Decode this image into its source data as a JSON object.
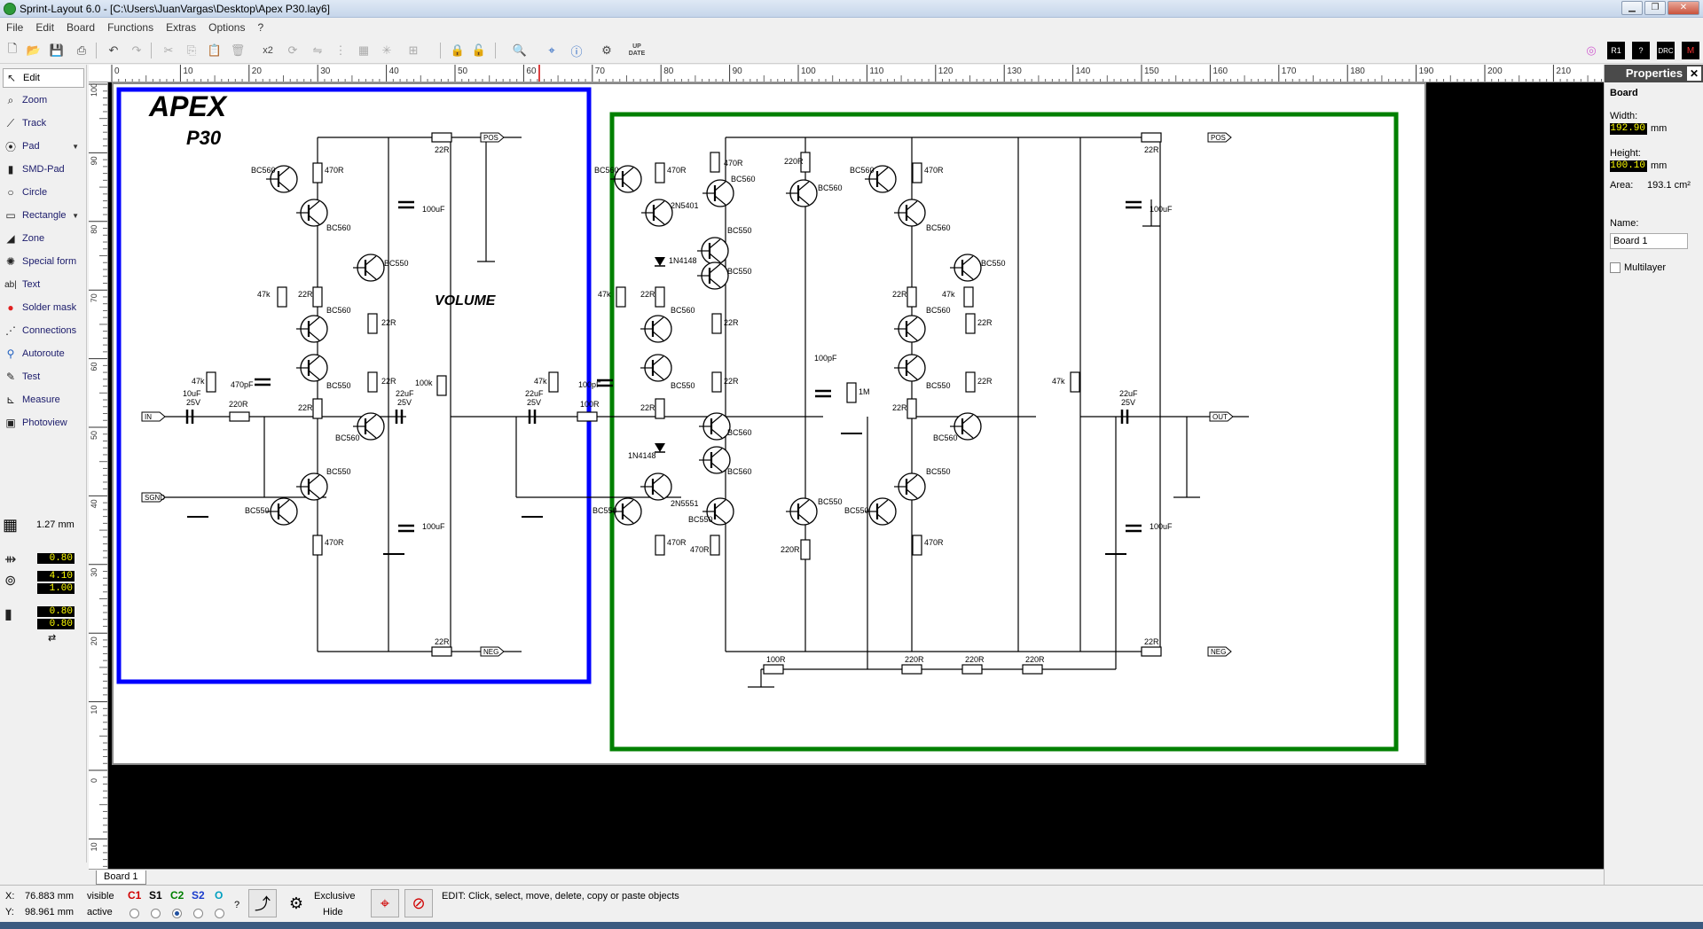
{
  "window": {
    "title": "Sprint-Layout 6.0 - [C:\\Users\\JuanVargas\\Desktop\\Apex P30.lay6]"
  },
  "menu": [
    "File",
    "Edit",
    "Board",
    "Functions",
    "Extras",
    "Options",
    "?"
  ],
  "toolbar": {
    "update_label": "UP DATE",
    "x2_label": "x2"
  },
  "tools": [
    {
      "label": "Edit",
      "icon": "cursor-icon"
    },
    {
      "label": "Zoom",
      "icon": "zoom-icon"
    },
    {
      "label": "Track",
      "icon": "track-icon"
    },
    {
      "label": "Pad",
      "icon": "pad-icon"
    },
    {
      "label": "SMD-Pad",
      "icon": "smd-pad-icon"
    },
    {
      "label": "Circle",
      "icon": "circle-icon"
    },
    {
      "label": "Rectangle",
      "icon": "rectangle-icon"
    },
    {
      "label": "Zone",
      "icon": "zone-icon"
    },
    {
      "label": "Special form",
      "icon": "special-form-icon"
    },
    {
      "label": "Text",
      "icon": "text-icon"
    },
    {
      "label": "Solder mask",
      "icon": "solder-mask-icon"
    },
    {
      "label": "Connections",
      "icon": "connections-icon"
    },
    {
      "label": "Autoroute",
      "icon": "autoroute-icon"
    },
    {
      "label": "Test",
      "icon": "test-icon"
    },
    {
      "label": "Measure",
      "icon": "measure-icon"
    },
    {
      "label": "Photoview",
      "icon": "photoview-icon"
    }
  ],
  "grid": {
    "value": "1.27 mm"
  },
  "params": {
    "track_width": "0.80",
    "pad_outer": "4.10",
    "pad_inner": "1.00",
    "smd_w": "0.80",
    "smd_h": "0.80"
  },
  "ruler": {
    "unit": "mm",
    "top_ticks": [
      "0",
      "10",
      "20",
      "30",
      "40",
      "50",
      "60",
      "70",
      "80",
      "90",
      "100",
      "110",
      "120",
      "130",
      "140",
      "150",
      "160",
      "170",
      "180",
      "190",
      "200",
      "210"
    ],
    "left_ticks": [
      "100",
      "90",
      "80",
      "70",
      "60",
      "50",
      "40",
      "30",
      "20",
      "10",
      "0",
      "10"
    ]
  },
  "board_tab": "Board 1",
  "properties": {
    "title": "Properties",
    "section": "Board",
    "width_label": "Width:",
    "width_value": "192.90",
    "width_unit": "mm",
    "height_label": "Height:",
    "height_value": "100.10",
    "height_unit": "mm",
    "area_label": "Area:",
    "area_value": "193.1 cm²",
    "name_label": "Name:",
    "name_value": "Board 1",
    "multilayer_label": "Multilayer"
  },
  "status": {
    "x_label": "X:",
    "x_value": "76.883 mm",
    "y_label": "Y:",
    "y_value": "98.961 mm",
    "visible": "visible",
    "active": "active",
    "layers": [
      "C1",
      "S1",
      "C2",
      "S2",
      "O"
    ],
    "layer_colors": [
      "#d00000",
      "#000000",
      "#008000",
      "#1a3ccc",
      "#00a0c0"
    ],
    "question": "?",
    "exclusive": "Exclusive",
    "hide": "Hide",
    "message": "EDIT:  Click, select, move, delete, copy or paste objects"
  },
  "schematic": {
    "logo": "APEX",
    "model": "P30",
    "volume": "VOLUME",
    "ports": [
      "IN",
      "SGND",
      "POS",
      "NEG",
      "POS",
      "NEG",
      "OUT"
    ],
    "labels": {
      "bc560": "BC560",
      "bc550": "BC550",
      "r470": "470R",
      "r22": "22R",
      "r47k": "47k",
      "r220": "220R",
      "r100": "100R",
      "r1m": "1M",
      "c100u": "100uF",
      "c10u": "10uF",
      "v25": "25V",
      "c22u": "22uF",
      "c470p": "470pF",
      "c100p": "100pF",
      "pot": "100k",
      "d1n4148": "1N4148",
      "q2n5401": "2N5401",
      "q2n5551": "2N5551"
    }
  }
}
